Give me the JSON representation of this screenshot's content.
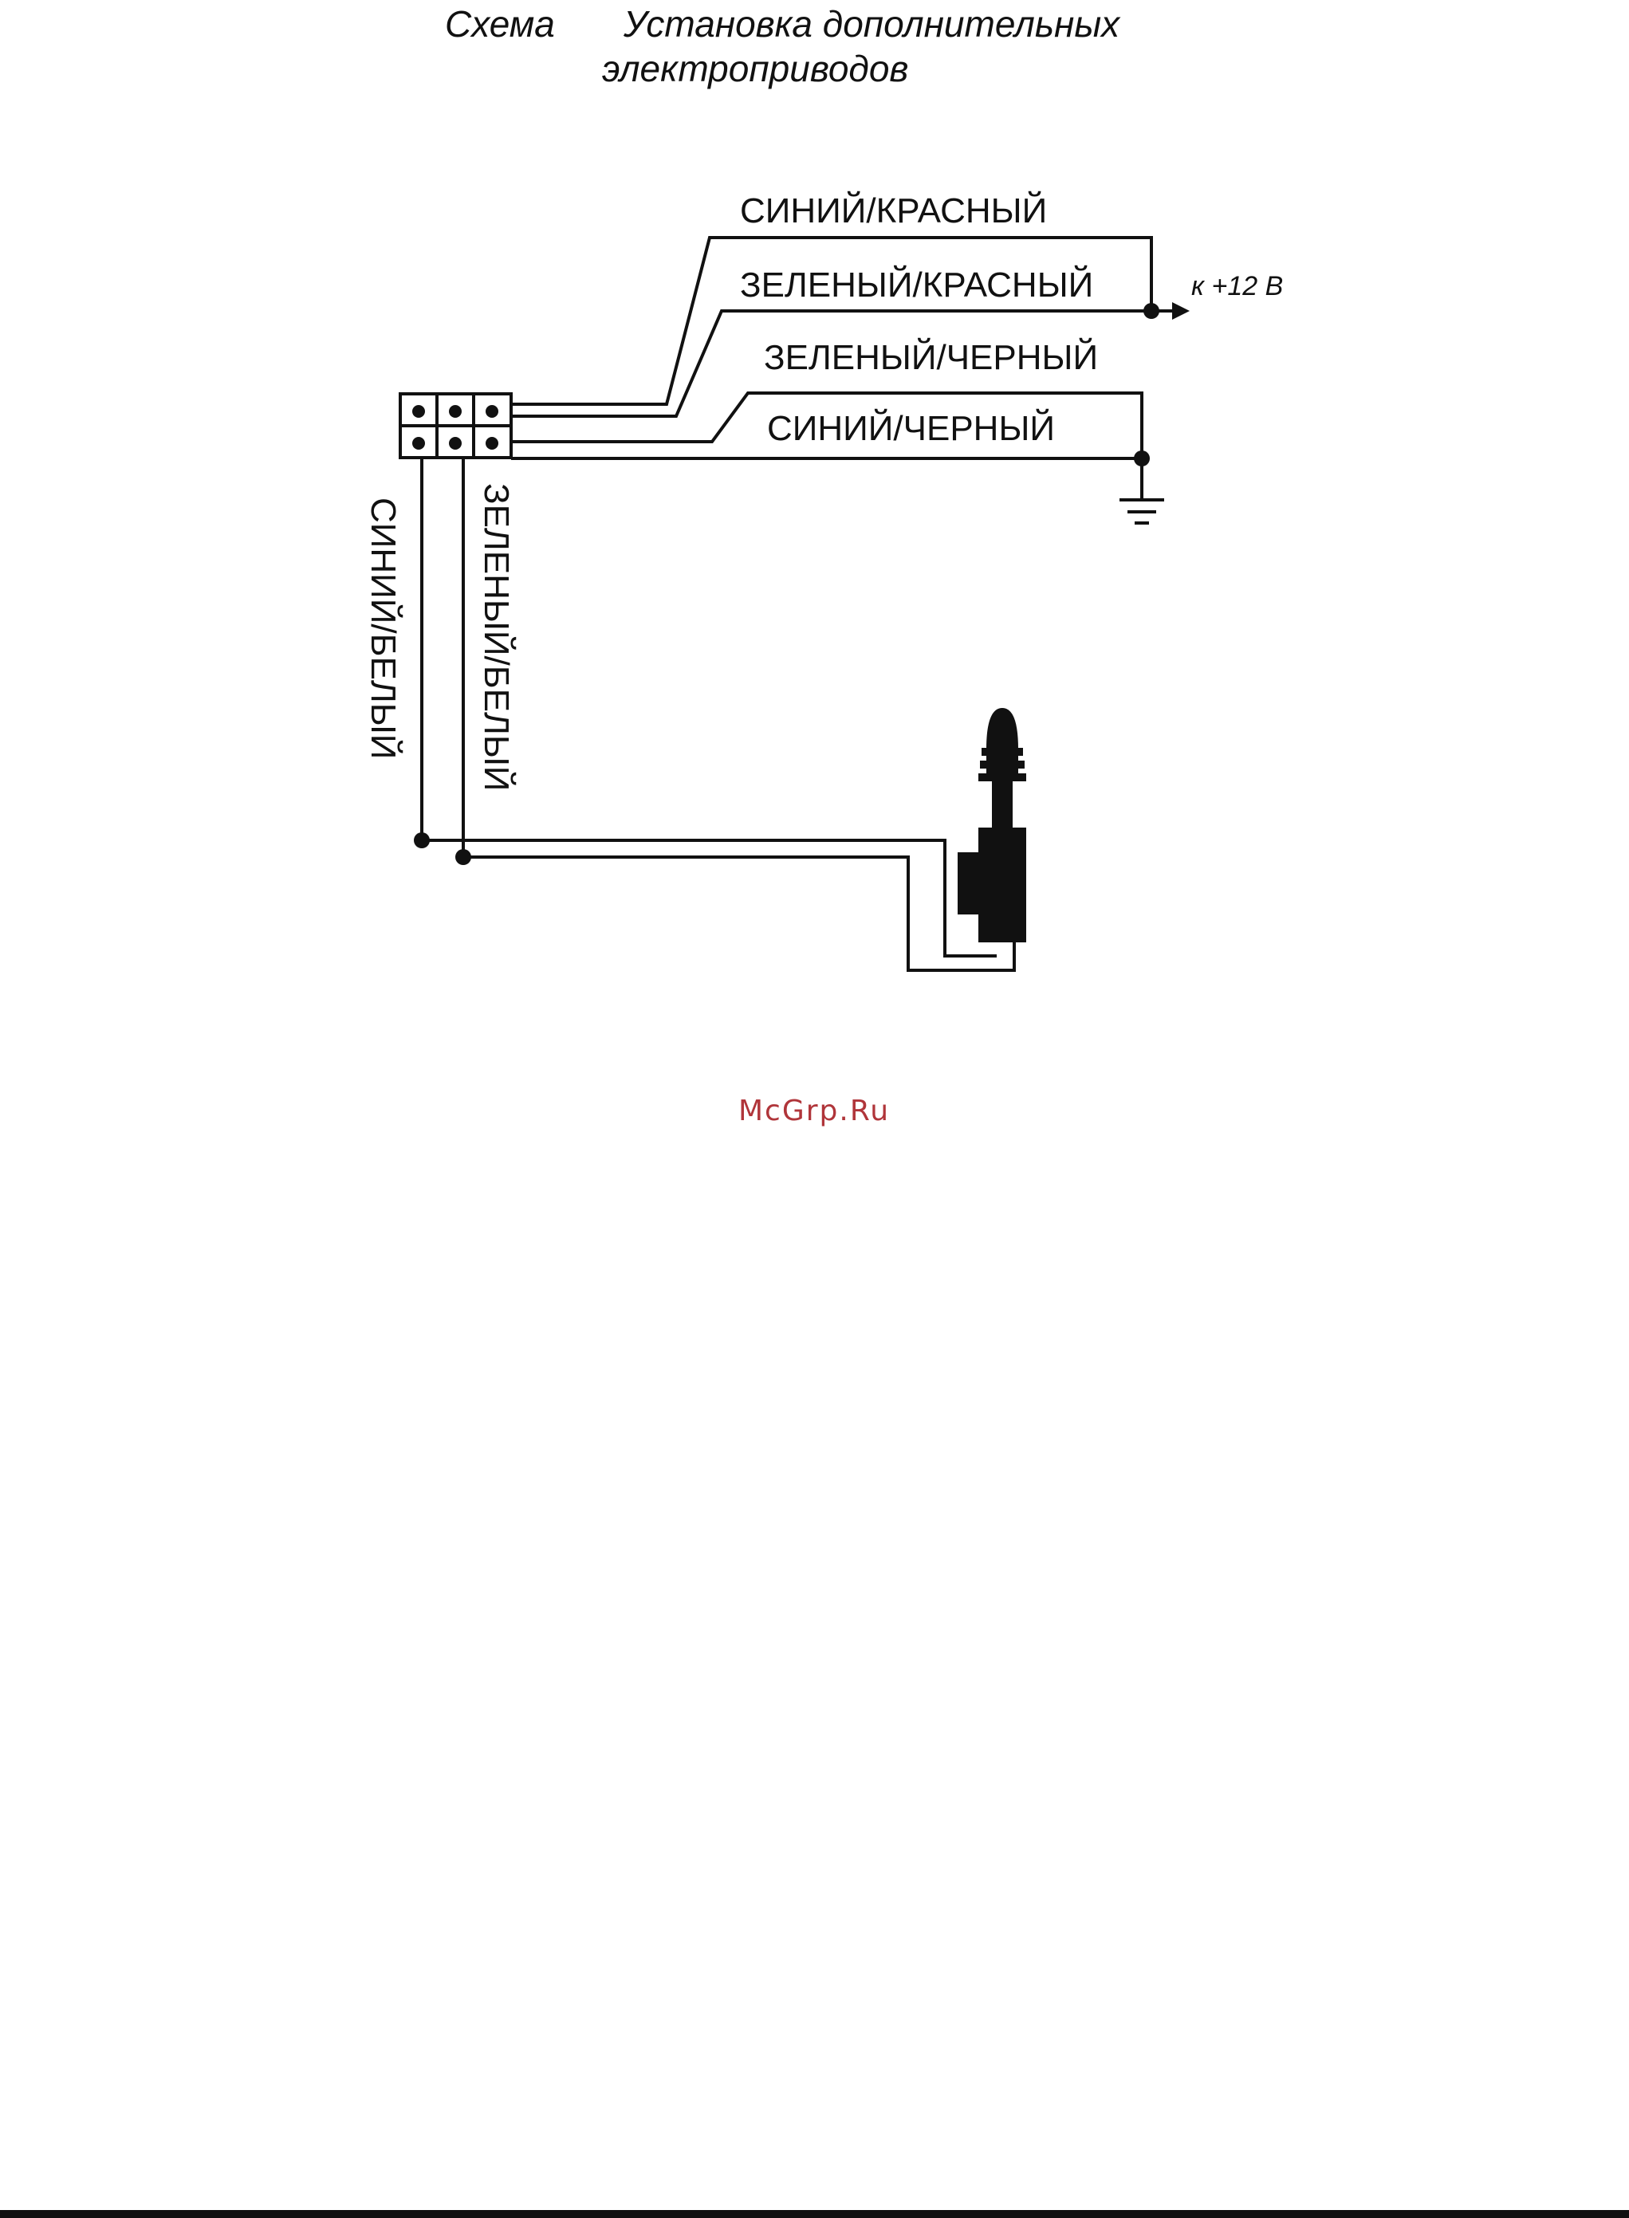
{
  "title": {
    "label": "Схема",
    "line1": "Установка дополнительных",
    "line2": "электроприводов"
  },
  "wires": {
    "blue_red": "СИНИЙ/КРАСНЫЙ",
    "green_red": "ЗЕЛЕНЫЙ/КРАСНЫЙ",
    "green_black": "ЗЕЛЕНЫЙ/ЧЕРНЫЙ",
    "blue_black": "СИНИЙ/ЧЕРНЫЙ",
    "blue_white": "СИНИЙ/БЕЛЫЙ",
    "green_white": "ЗЕЛЕНЫЙ/БЕЛЫЙ"
  },
  "power": {
    "label": "к +12 В"
  },
  "watermark": {
    "text": "McGrp.Ru",
    "color": "#b0353a"
  },
  "colors": {
    "ink": "#111111",
    "background": "#ffffff"
  }
}
